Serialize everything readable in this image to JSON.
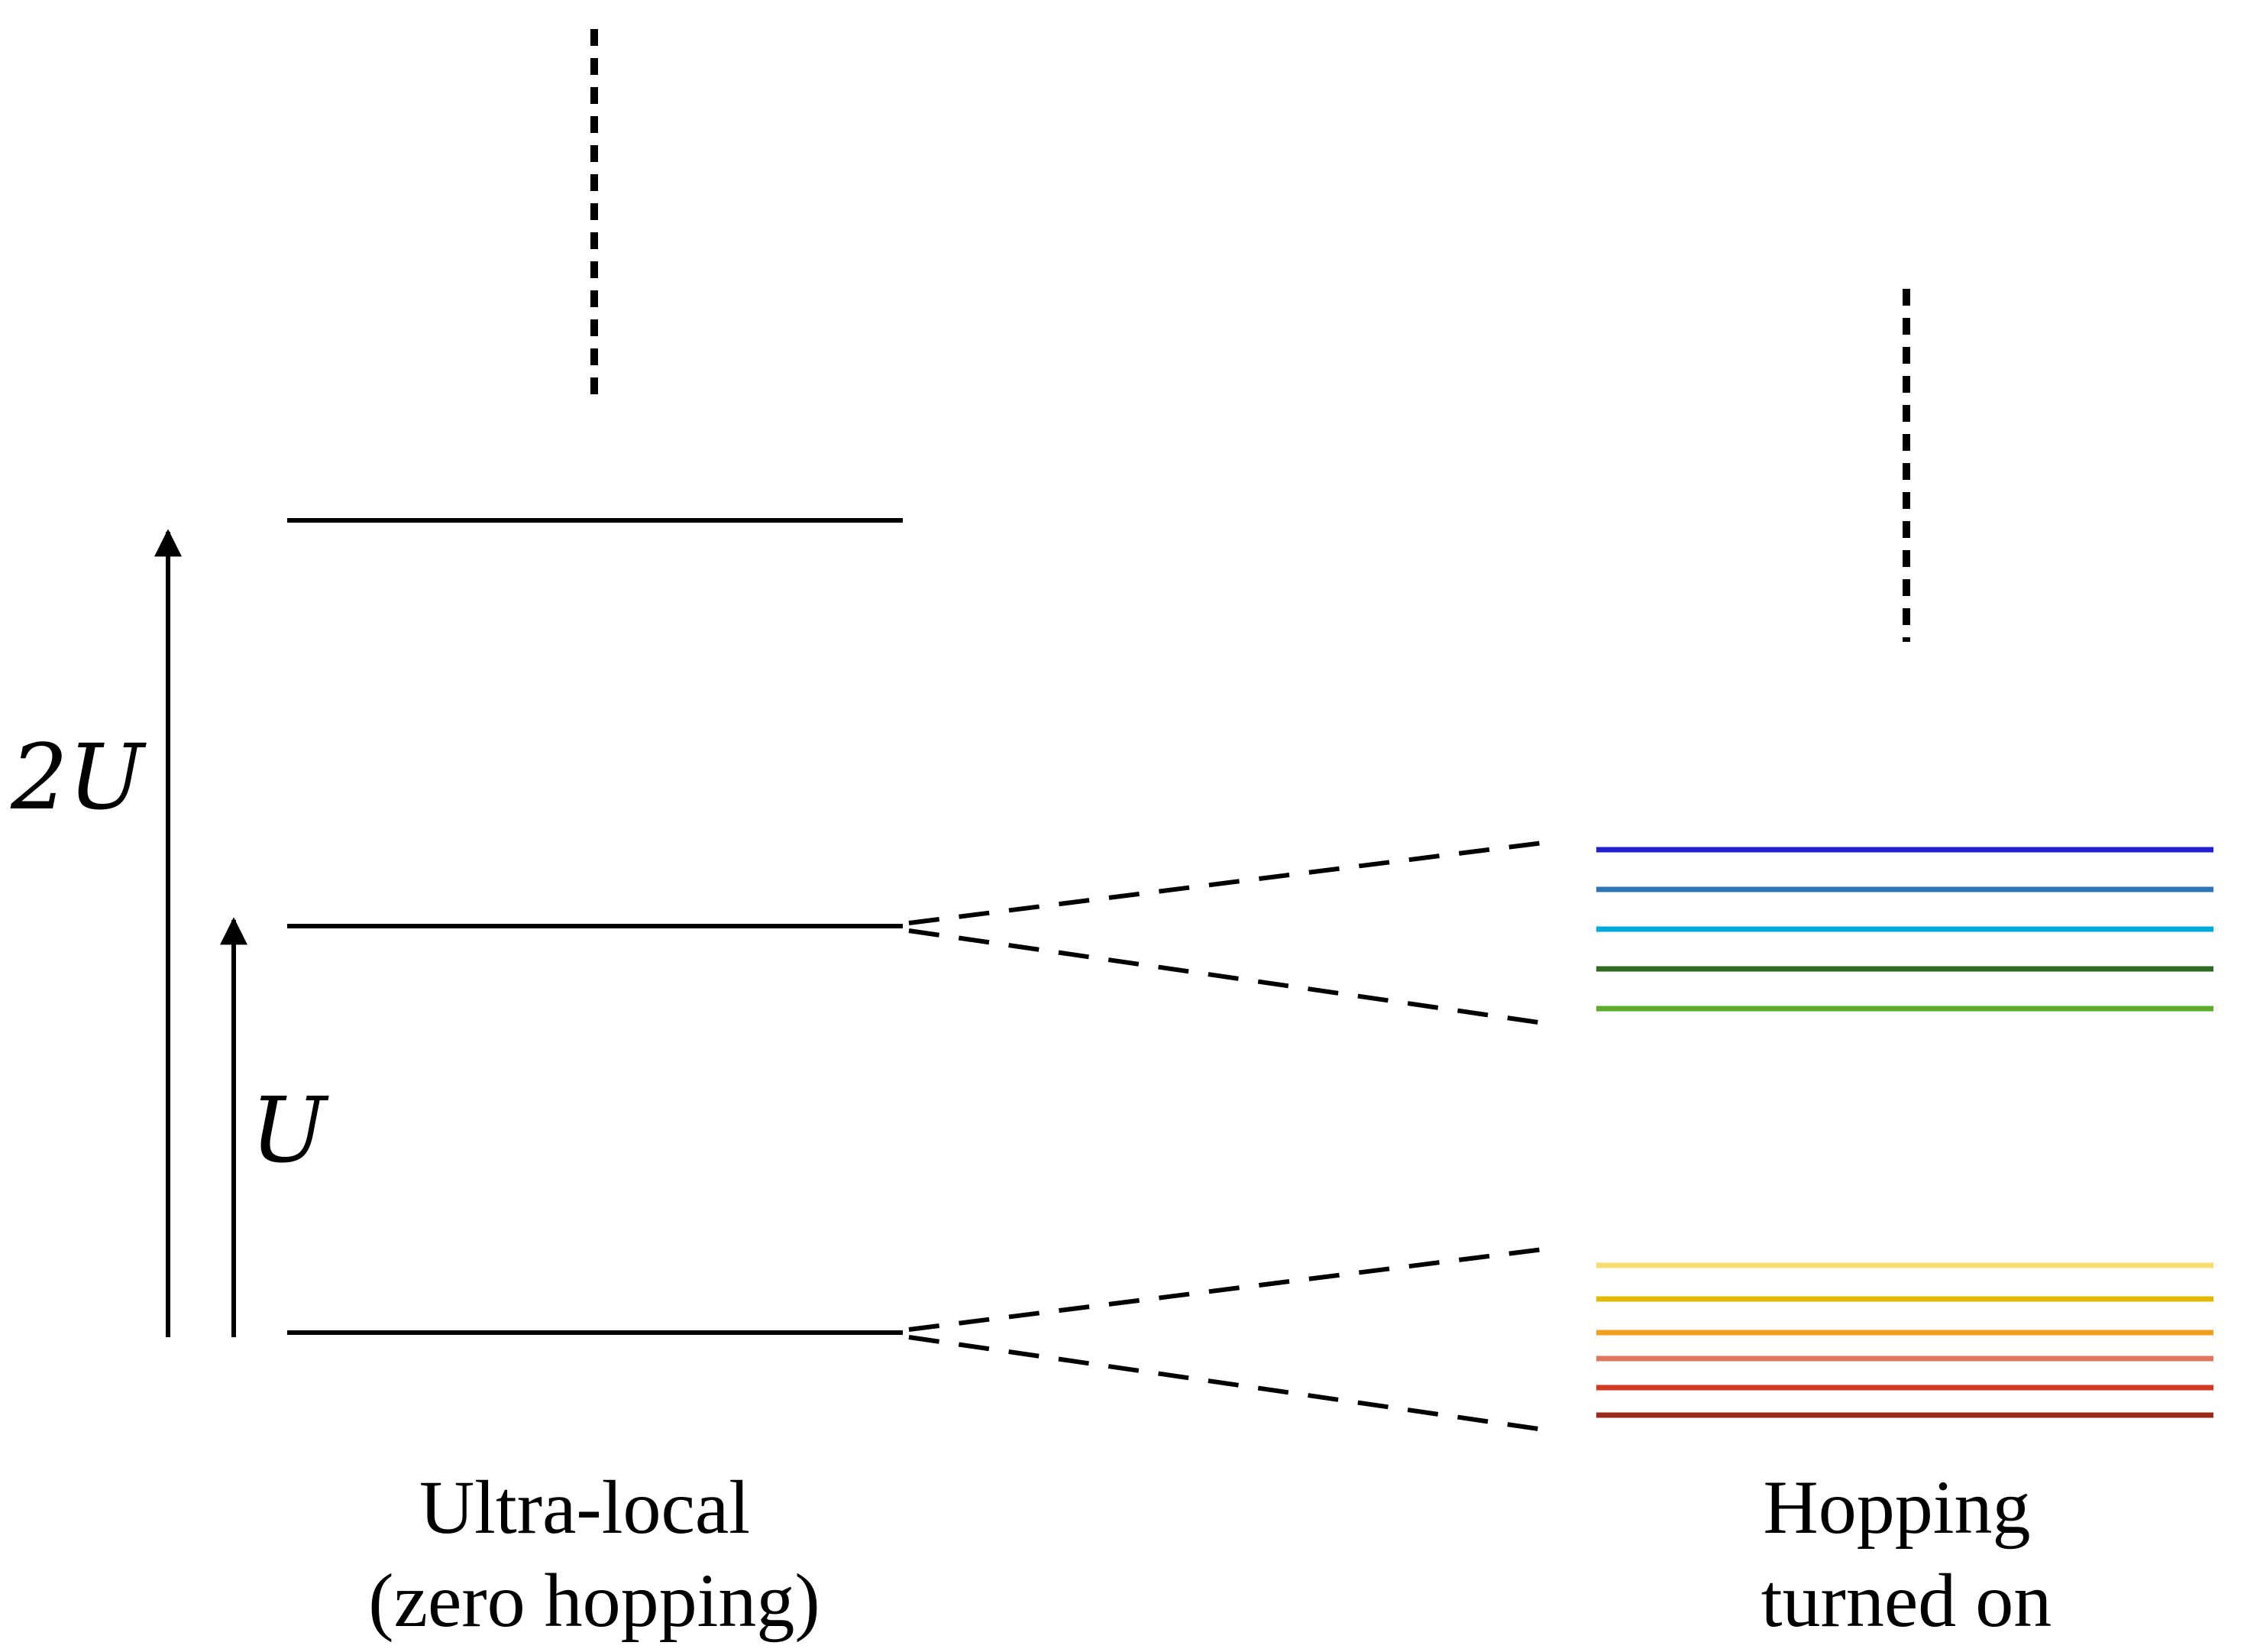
{
  "labels": {
    "two_u": "2U",
    "u": "U"
  },
  "captions": {
    "left": [
      "Ultra-local",
      "(zero hopping)"
    ],
    "right": [
      "Hopping",
      "turned on"
    ]
  },
  "colors": {
    "line": "#000000",
    "upper_band": [
      "#1f1fd1",
      "#2e75b6",
      "#00aadd",
      "#2e6b1e",
      "#5aab2e"
    ],
    "lower_band": [
      "#f7dc6f",
      "#e6b800",
      "#f0a020",
      "#e07560",
      "#d23a1e",
      "#9c2a1c"
    ]
  }
}
